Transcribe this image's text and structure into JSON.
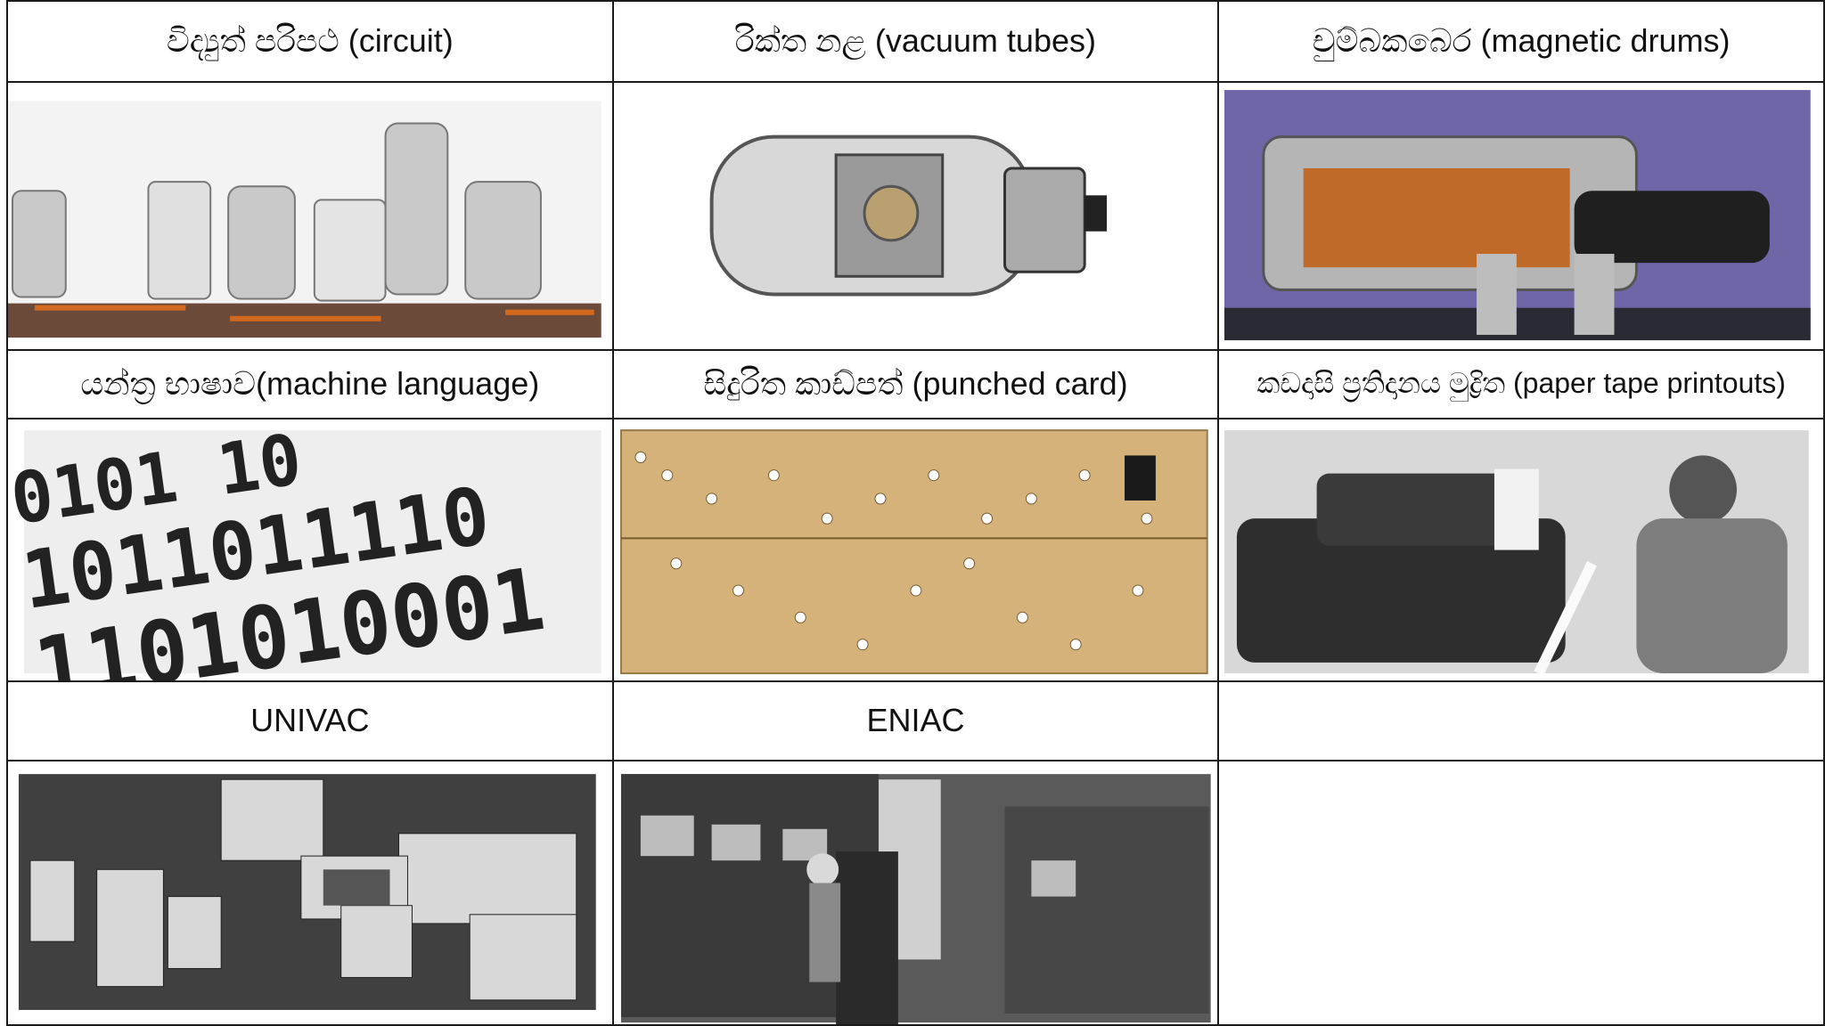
{
  "cells": [
    {
      "caption": "විද්‍යුත් පරිපථ (circuit)",
      "image": "circuit-vacuum-tubes-photo"
    },
    {
      "caption": "රික්ත නළ  (vacuum tubes)",
      "image": "vacuum-tube-photo"
    },
    {
      "caption": "චුම්බකබෙර (magnetic drums)",
      "image": "magnetic-drum-photo"
    },
    {
      "caption": "යන්ත්‍ර භාෂාව(machine language)",
      "image": "binary-digits-photo"
    },
    {
      "caption": "සිදුරිත කාඩ්පත් (punched card)",
      "image": "punched-card-photo"
    },
    {
      "caption": "කඩදාසි ප්‍රතිදානය මුද්‍රිත (paper tape printouts)",
      "image": "paper-tape-operator-photo"
    },
    {
      "caption": "UNIVAC",
      "image": "univac-computer-photo"
    },
    {
      "caption": "ENIAC",
      "image": "eniac-computer-photo"
    },
    {
      "caption": "",
      "image": ""
    }
  ]
}
